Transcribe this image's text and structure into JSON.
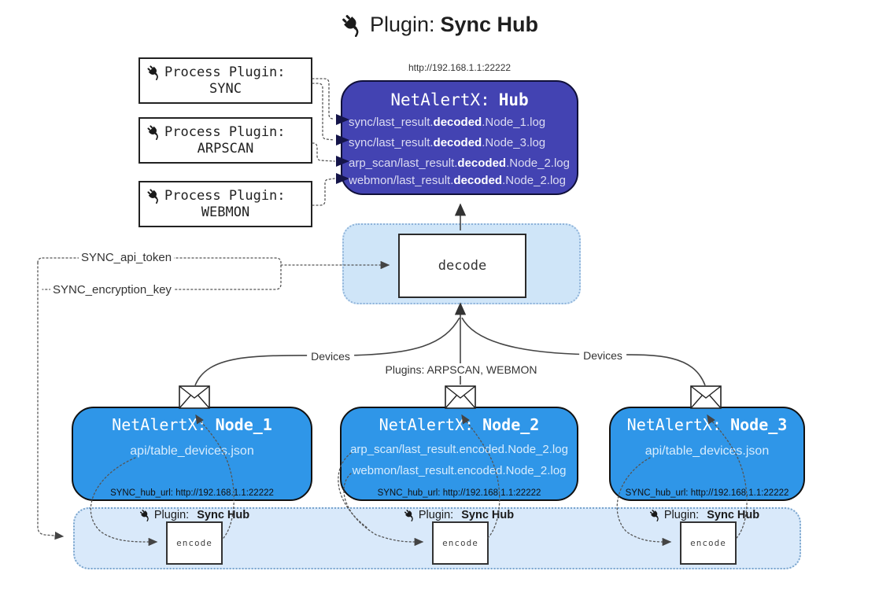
{
  "title": {
    "prefix": "Plugin:",
    "name": "Sync Hub"
  },
  "process_plugins": [
    {
      "label": "Process Plugin:",
      "name": "SYNC"
    },
    {
      "label": "Process Plugin:",
      "name": "ARPSCAN"
    },
    {
      "label": "Process Plugin:",
      "name": "WEBMON"
    }
  ],
  "hub": {
    "url": "http://192.168.1.1:22222",
    "title_prefix": "NetAlertX:",
    "title_name": "Hub",
    "logs": [
      {
        "pre": "sync/last_result.",
        "bold": "decoded",
        "post": ".Node_1.log"
      },
      {
        "pre": "sync/last_result.",
        "bold": "decoded",
        "post": ".Node_3.log"
      },
      {
        "pre": "arp_scan/last_result.",
        "bold": "decoded",
        "post": ".Node_2.log"
      },
      {
        "pre": "webmon/last_result.",
        "bold": "decoded",
        "post": ".Node_2.log"
      }
    ]
  },
  "decode": {
    "label": "decode"
  },
  "settings": {
    "api_token": "SYNC_api_token",
    "encryption_key": "SYNC_encryption_key"
  },
  "edges": {
    "left_label": "Devices",
    "middle_label": "Plugins: ARPSCAN, WEBMON",
    "right_label": "Devices"
  },
  "nodes": [
    {
      "title_prefix": "NetAlertX:",
      "title_name": "Node_1",
      "files": [
        "api/table_devices.json"
      ],
      "hub_url": "SYNC_hub_url: http://192.168.1.1:22222"
    },
    {
      "title_prefix": "NetAlertX:",
      "title_name": "Node_2",
      "files": [
        "arp_scan/last_result.encoded.Node_2.log",
        "webmon/last_result.encoded.Node_2.log"
      ],
      "hub_url": "SYNC_hub_url: http://192.168.1.1:22222"
    },
    {
      "title_prefix": "NetAlertX:",
      "title_name": "Node_3",
      "files": [
        "api/table_devices.json"
      ],
      "hub_url": "SYNC_hub_url: http://192.168.1.1:22222"
    }
  ],
  "sync_plugin": {
    "label_prefix": "Plugin:",
    "label_name": "Sync Hub",
    "encode_label": "encode"
  },
  "colors": {
    "hub_fill": "#4343b2",
    "node_fill": "#2f96e8",
    "band_fill": "#d9e9fa",
    "decode_fill": "#cfe5f8",
    "arrow": "#444444",
    "hub_arrowhead": "#15154a"
  }
}
